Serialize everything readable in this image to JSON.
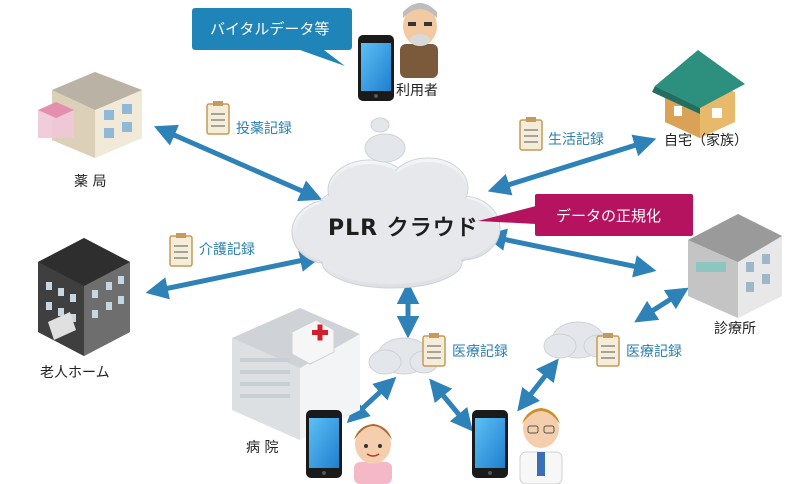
{
  "cloud": {
    "title": "PLR クラウド"
  },
  "callouts": {
    "vital": "バイタルデータ等",
    "normalize": "データの正規化"
  },
  "nodes": {
    "user": "利用者",
    "pharmacy": "薬  局",
    "home": "自宅（家族）",
    "nursing": "老人ホーム",
    "clinic": "診療所",
    "hospital": "病  院"
  },
  "records": {
    "medication": "投薬記録",
    "life": "生活記録",
    "care": "介護記録",
    "medical_center": "医療記録",
    "medical_right": "医療記録"
  },
  "colors": {
    "arrow": "#2f82b8",
    "callout_blue": "#1f84b7",
    "callout_magenta": "#b5125f",
    "cloud": "#e9ebee",
    "phone_screen": "#2f9be0"
  }
}
